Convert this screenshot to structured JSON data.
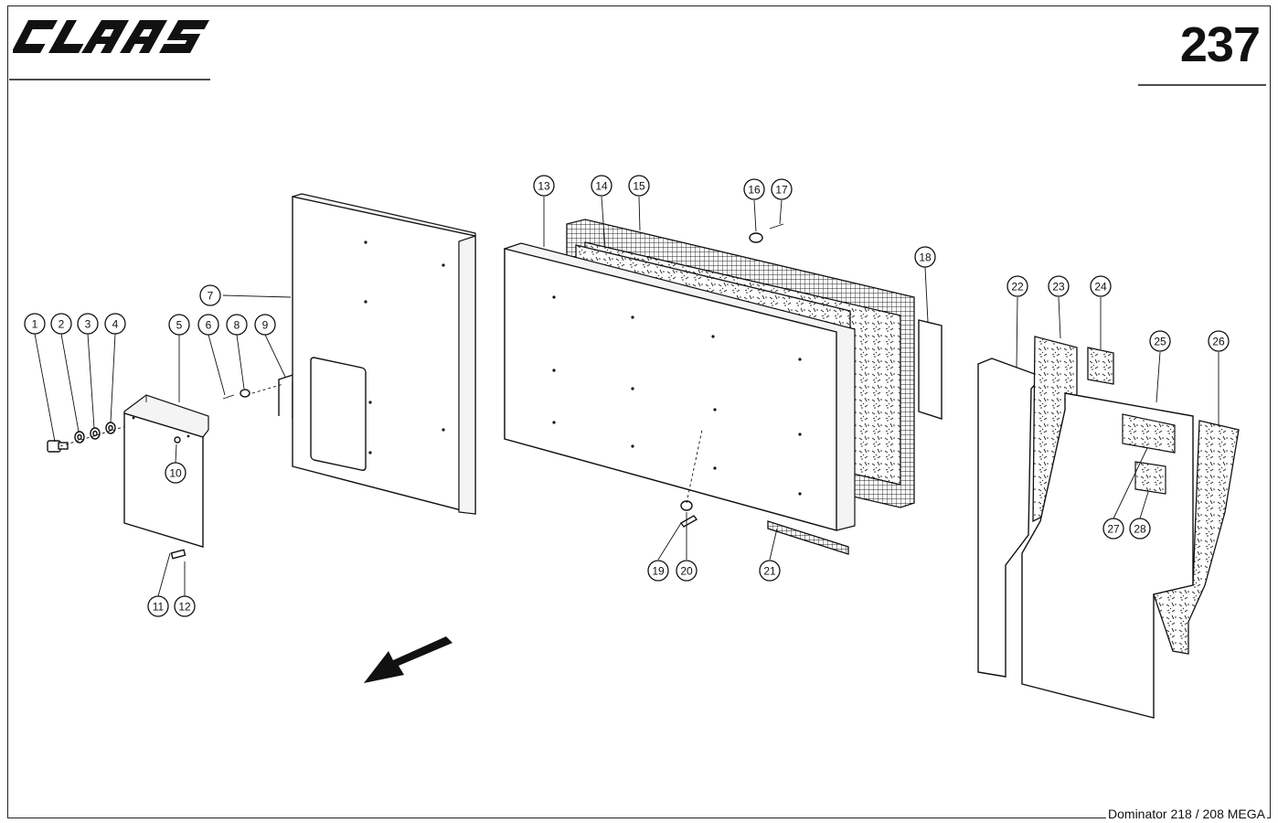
{
  "header": {
    "brand": "CLAAS",
    "page_number": "237"
  },
  "footer": {
    "model": "Dominator 218 / 208 MEGA"
  },
  "callouts": [
    {
      "id": "1",
      "label": "1"
    },
    {
      "id": "2",
      "label": "2"
    },
    {
      "id": "3",
      "label": "3"
    },
    {
      "id": "4",
      "label": "4"
    },
    {
      "id": "5",
      "label": "5"
    },
    {
      "id": "6",
      "label": "6"
    },
    {
      "id": "7",
      "label": "7"
    },
    {
      "id": "8",
      "label": "8"
    },
    {
      "id": "9",
      "label": "9"
    },
    {
      "id": "10",
      "label": "10"
    },
    {
      "id": "11",
      "label": "11"
    },
    {
      "id": "12",
      "label": "12"
    },
    {
      "id": "13",
      "label": "13"
    },
    {
      "id": "14",
      "label": "14"
    },
    {
      "id": "15",
      "label": "15"
    },
    {
      "id": "16",
      "label": "16"
    },
    {
      "id": "17",
      "label": "17"
    },
    {
      "id": "18",
      "label": "18"
    },
    {
      "id": "19",
      "label": "19"
    },
    {
      "id": "20",
      "label": "20"
    },
    {
      "id": "21",
      "label": "21"
    },
    {
      "id": "22",
      "label": "22"
    },
    {
      "id": "23",
      "label": "23"
    },
    {
      "id": "24",
      "label": "24"
    },
    {
      "id": "25",
      "label": "25"
    },
    {
      "id": "26",
      "label": "26"
    },
    {
      "id": "27",
      "label": "27"
    },
    {
      "id": "28",
      "label": "28"
    }
  ],
  "colors": {
    "line": "#111111",
    "background": "#ffffff"
  }
}
